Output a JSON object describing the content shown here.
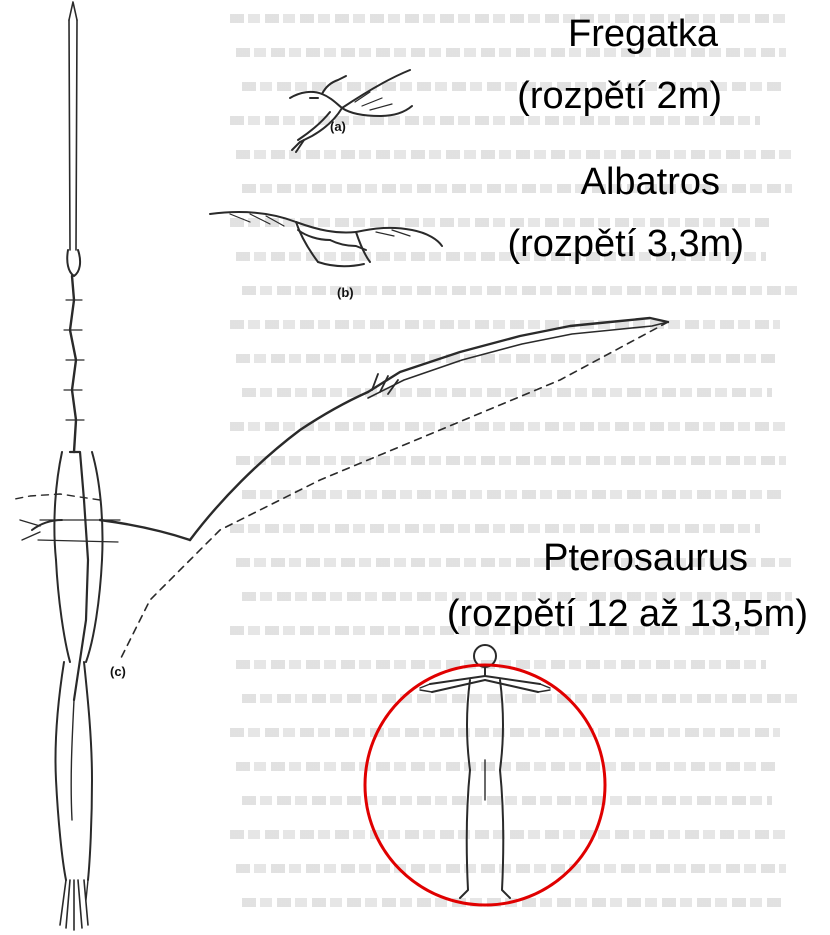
{
  "captions": {
    "fregatka_name": "Fregatka",
    "fregatka_span": "(rozpětí 2m)",
    "albatros_name": "Albatros",
    "albatros_span": "(rozpětí 3,3m)",
    "pterosaurus_name": "Pterosaurus",
    "pterosaurus_span": "(rozpětí 12 až 13,5m)"
  },
  "figure_labels": {
    "a": "(a)",
    "b": "(b)",
    "c": "(c)"
  },
  "colors": {
    "background_text": "#b4b4b4",
    "drawing": "#2a2a2a",
    "highlight_circle": "#e00000"
  }
}
